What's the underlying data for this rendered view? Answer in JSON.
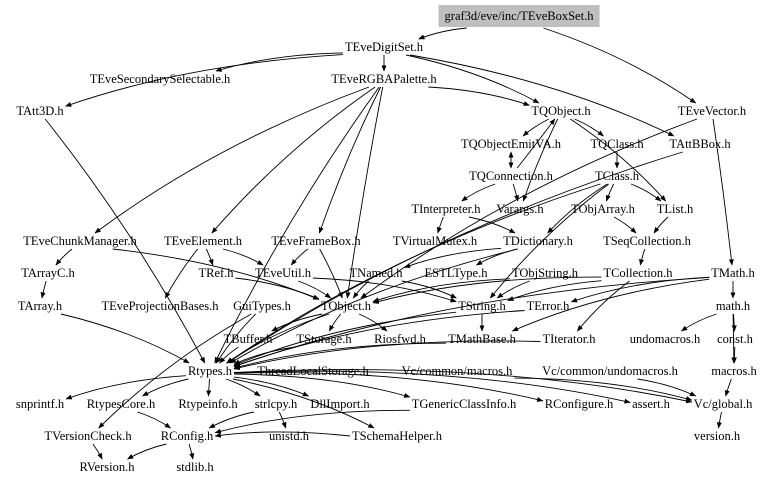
{
  "graph": {
    "root": "graf3d/eve/inc/TEveBoxSet.h",
    "nodes": [
      {
        "id": "root",
        "label": "graf3d/eve/inc/TEveBoxSet.h"
      },
      {
        "id": "digitset",
        "label": "TEveDigitSet.h"
      },
      {
        "id": "secsel",
        "label": "TEveSecondarySelectable.h"
      },
      {
        "id": "rgba",
        "label": "TEveRGBAPalette.h"
      },
      {
        "id": "vector",
        "label": "TEveVector.h"
      },
      {
        "id": "att3d",
        "label": "TAtt3D.h"
      },
      {
        "id": "tqobject",
        "label": "TQObject.h"
      },
      {
        "id": "emitva",
        "label": "TQObjectEmitVA.h"
      },
      {
        "id": "tqclass",
        "label": "TQClass.h"
      },
      {
        "id": "attbbox",
        "label": "TAttBBox.h"
      },
      {
        "id": "tqconn",
        "label": "TQConnection.h"
      },
      {
        "id": "tclass",
        "label": "TClass.h"
      },
      {
        "id": "interp",
        "label": "TInterpreter.h"
      },
      {
        "id": "varargs",
        "label": "Varargs.h"
      },
      {
        "id": "objarray",
        "label": "TObjArray.h"
      },
      {
        "id": "tlist",
        "label": "TList.h"
      },
      {
        "id": "chunk",
        "label": "TEveChunkManager.h"
      },
      {
        "id": "element",
        "label": "TEveElement.h"
      },
      {
        "id": "frame",
        "label": "TEveFrameBox.h"
      },
      {
        "id": "vmutex",
        "label": "TVirtualMutex.h"
      },
      {
        "id": "dict",
        "label": "TDictionary.h"
      },
      {
        "id": "seqcoll",
        "label": "TSeqCollection.h"
      },
      {
        "id": "arrayc",
        "label": "TArrayC.h"
      },
      {
        "id": "tref",
        "label": "TRef.h"
      },
      {
        "id": "eveutil",
        "label": "TEveUtil.h"
      },
      {
        "id": "named",
        "label": "TNamed.h"
      },
      {
        "id": "estl",
        "label": "ESTLType.h"
      },
      {
        "id": "objstring",
        "label": "TObjString.h"
      },
      {
        "id": "collection",
        "label": "TCollection.h"
      },
      {
        "id": "tmath",
        "label": "TMath.h"
      },
      {
        "id": "tarray",
        "label": "TArray.h"
      },
      {
        "id": "projbases",
        "label": "TEveProjectionBases.h"
      },
      {
        "id": "guitypes",
        "label": "GuiTypes.h"
      },
      {
        "id": "tobject",
        "label": "TObject.h"
      },
      {
        "id": "tstring",
        "label": "TString.h"
      },
      {
        "id": "terror",
        "label": "TError.h"
      },
      {
        "id": "mathh",
        "label": "math.h"
      },
      {
        "id": "tbuffer",
        "label": "TBuffer.h"
      },
      {
        "id": "storage",
        "label": "TStorage.h"
      },
      {
        "id": "riosfwd",
        "label": "Riosfwd.h"
      },
      {
        "id": "mathbase",
        "label": "TMathBase.h"
      },
      {
        "id": "iterator",
        "label": "TIterator.h"
      },
      {
        "id": "undomacros",
        "label": "undomacros.h"
      },
      {
        "id": "consth",
        "label": "const.h"
      },
      {
        "id": "rtypes",
        "label": "Rtypes.h"
      },
      {
        "id": "tls",
        "label": "ThreadLocalStorage.h"
      },
      {
        "id": "vcmacros",
        "label": "Vc/common/macros.h"
      },
      {
        "id": "vcundo",
        "label": "Vc/common/undomacros.h"
      },
      {
        "id": "macrosh",
        "label": "macros.h"
      },
      {
        "id": "snprintf",
        "label": "snprintf.h"
      },
      {
        "id": "rtypescore",
        "label": "RtypesCore.h"
      },
      {
        "id": "rtypeinfo",
        "label": "Rtypeinfo.h"
      },
      {
        "id": "strlcpy",
        "label": "strlcpy.h"
      },
      {
        "id": "dllimport",
        "label": "DllImport.h"
      },
      {
        "id": "genclass",
        "label": "TGenericClassInfo.h"
      },
      {
        "id": "rconfigure",
        "label": "RConfigure.h"
      },
      {
        "id": "asserth",
        "label": "assert.h"
      },
      {
        "id": "vcglobal",
        "label": "Vc/global.h"
      },
      {
        "id": "versioncheck",
        "label": "TVersionCheck.h"
      },
      {
        "id": "rconfig",
        "label": "RConfig.h"
      },
      {
        "id": "unistd",
        "label": "unistd.h"
      },
      {
        "id": "schema",
        "label": "TSchemaHelper.h"
      },
      {
        "id": "version",
        "label": "version.h"
      },
      {
        "id": "rversion",
        "label": "RVersion.h"
      },
      {
        "id": "stdlib",
        "label": "stdlib.h"
      }
    ],
    "edges": [
      [
        "root",
        "digitset"
      ],
      [
        "root",
        "vector"
      ],
      [
        "digitset",
        "secsel"
      ],
      [
        "digitset",
        "rgba"
      ],
      [
        "digitset",
        "att3d"
      ],
      [
        "digitset",
        "tqobject"
      ],
      [
        "digitset",
        "attbbox"
      ],
      [
        "rgba",
        "tqobject"
      ],
      [
        "rgba",
        "chunk"
      ],
      [
        "rgba",
        "element"
      ],
      [
        "rgba",
        "frame"
      ],
      [
        "rgba",
        "rtypes"
      ],
      [
        "rgba",
        "tobject"
      ],
      [
        "vector",
        "tmath"
      ],
      [
        "vector",
        "tobject"
      ],
      [
        "att3d",
        "rtypes"
      ],
      [
        "tqobject",
        "emitva"
      ],
      [
        "tqobject",
        "tqclass"
      ],
      [
        "tqobject",
        "tlist"
      ],
      [
        "tqobject",
        "varargs"
      ],
      [
        "emitva",
        "tqconn"
      ],
      [
        "tqconn",
        "emitva"
      ],
      [
        "tqconn",
        "varargs"
      ],
      [
        "tqconn",
        "interp"
      ],
      [
        "tqconn",
        "tqobject"
      ],
      [
        "tqclass",
        "tclass"
      ],
      [
        "tclass",
        "objarray"
      ],
      [
        "tclass",
        "tlist"
      ],
      [
        "tclass",
        "dict"
      ],
      [
        "tclass",
        "tstring"
      ],
      [
        "tclass",
        "rtypes"
      ],
      [
        "interp",
        "dict"
      ],
      [
        "interp",
        "vmutex"
      ],
      [
        "objarray",
        "seqcoll"
      ],
      [
        "tlist",
        "seqcoll"
      ],
      [
        "seqcoll",
        "collection"
      ],
      [
        "collection",
        "tobject"
      ],
      [
        "collection",
        "iterator"
      ],
      [
        "collection",
        "tstring"
      ],
      [
        "chunk",
        "tobject"
      ],
      [
        "chunk",
        "arrayc"
      ],
      [
        "arrayc",
        "tarray"
      ],
      [
        "tarray",
        "rtypes"
      ],
      [
        "element",
        "eveutil"
      ],
      [
        "element",
        "projbases"
      ],
      [
        "element",
        "tref"
      ],
      [
        "frame",
        "tobject"
      ],
      [
        "frame",
        "eveutil"
      ],
      [
        "eveutil",
        "tobject"
      ],
      [
        "eveutil",
        "tstring"
      ],
      [
        "tref",
        "tobject"
      ],
      [
        "dict",
        "named"
      ],
      [
        "dict",
        "estl"
      ],
      [
        "dict",
        "rtypes"
      ],
      [
        "named",
        "tobject"
      ],
      [
        "named",
        "tstring"
      ],
      [
        "objstring",
        "tobject"
      ],
      [
        "objstring",
        "tstring"
      ],
      [
        "attbbox",
        "rtypes"
      ],
      [
        "tmath",
        "mathh"
      ],
      [
        "tmath",
        "rtypes"
      ],
      [
        "tmath",
        "mathbase"
      ],
      [
        "tmath",
        "terror"
      ],
      [
        "mathh",
        "undomacros"
      ],
      [
        "mathh",
        "consth"
      ],
      [
        "mathh",
        "macrosh"
      ],
      [
        "consth",
        "macrosh"
      ],
      [
        "macrosh",
        "vcglobal"
      ],
      [
        "vcglobal",
        "version"
      ],
      [
        "tobject",
        "tbuffer"
      ],
      [
        "tobject",
        "storage"
      ],
      [
        "tobject",
        "riosfwd"
      ],
      [
        "tobject",
        "rtypes"
      ],
      [
        "tstring",
        "mathbase"
      ],
      [
        "tstring",
        "rtypes"
      ],
      [
        "terror",
        "rtypes"
      ],
      [
        "tbuffer",
        "rtypes"
      ],
      [
        "storage",
        "rtypes"
      ],
      [
        "guitypes",
        "rtypes"
      ],
      [
        "guitypes",
        "versioncheck"
      ],
      [
        "rtypes",
        "snprintf"
      ],
      [
        "rtypes",
        "rtypescore"
      ],
      [
        "rtypes",
        "rtypeinfo"
      ],
      [
        "rtypes",
        "strlcpy"
      ],
      [
        "rtypes",
        "dllimport"
      ],
      [
        "rtypes",
        "genclass"
      ],
      [
        "rtypes",
        "rconfigure"
      ],
      [
        "rtypes",
        "asserth"
      ],
      [
        "rtypes",
        "schema"
      ],
      [
        "rtypes",
        "vcglobal"
      ],
      [
        "rtypescore",
        "rconfig"
      ],
      [
        "strlcpy",
        "rconfig"
      ],
      [
        "strlcpy",
        "unistd"
      ],
      [
        "versioncheck",
        "rversion"
      ],
      [
        "rconfig",
        "rversion"
      ],
      [
        "rconfig",
        "stdlib"
      ],
      [
        "vcmacros",
        "vcglobal"
      ],
      [
        "vcundo",
        "vcglobal"
      ],
      [
        "schema",
        "rconfig"
      ],
      [
        "genclass",
        "rconfig"
      ],
      [
        "iterator",
        "rtypes"
      ],
      [
        "mathbase",
        "rtypes"
      ]
    ]
  }
}
